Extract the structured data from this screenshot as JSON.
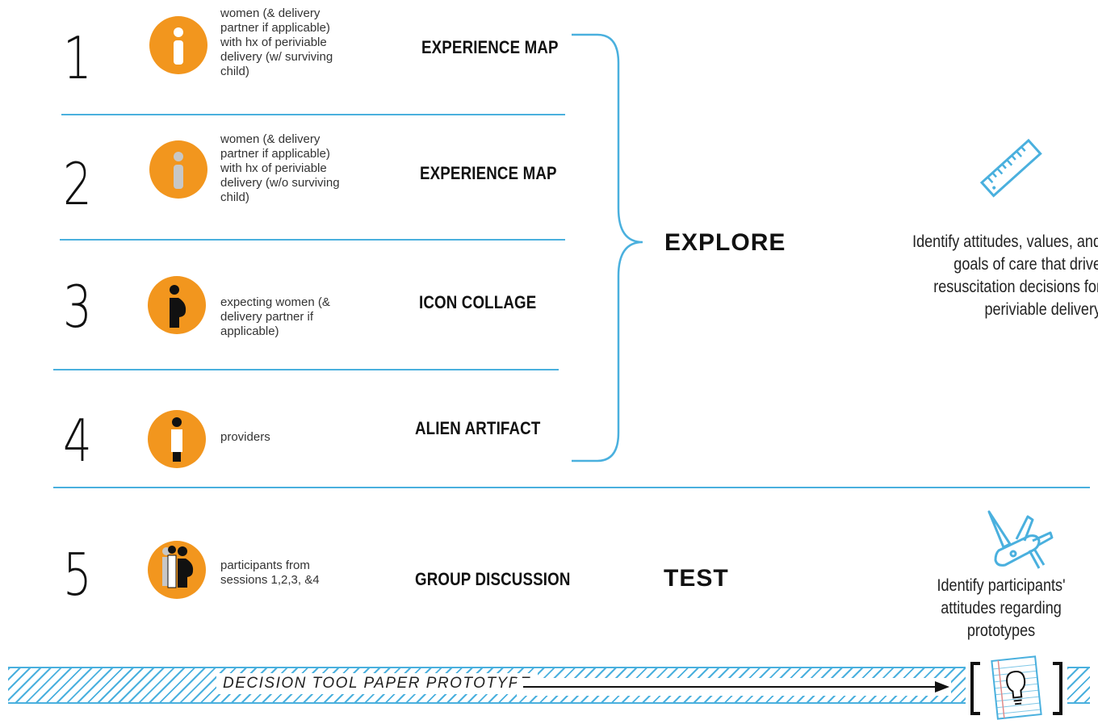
{
  "sessions": [
    {
      "number": "1",
      "description": "women (& delivery partner if applicable) with hx of periviable delivery (w/ surviving child)",
      "method": "EXPERIENCE MAP",
      "icon": "woman-icon"
    },
    {
      "number": "2",
      "description": "women (& delivery partner if applicable) with hx of periviable delivery (w/o surviving child)",
      "method": "EXPERIENCE MAP",
      "icon": "woman-grey-icon"
    },
    {
      "number": "3",
      "description": "expecting women (& delivery partner if applicable)",
      "method": "ICON COLLAGE",
      "icon": "pregnant-woman-icon"
    },
    {
      "number": "4",
      "description": "providers",
      "method": "ALIEN ARTIFACT",
      "icon": "provider-icon"
    },
    {
      "number": "5",
      "description": "participants from sessions 1,2,3, &4",
      "method": "GROUP DISCUSSION",
      "icon": "group-icon"
    }
  ],
  "stages": {
    "explore": {
      "label": "EXPLORE",
      "goal": "Identify attitudes, values, and goals of care that drive resuscitation decisions for periviable delivery",
      "icon": "ruler-icon"
    },
    "test": {
      "label": "TEST",
      "goal": "Identify participants' attitudes regarding prototypes",
      "icon": "multitool-icon"
    }
  },
  "prototype": {
    "label": "DECISION TOOL PAPER PROTOTYPE",
    "icon": "lightbulb-paper-icon"
  },
  "colors": {
    "accent": "#4ab0de",
    "icon_fill": "#f2961e",
    "text": "#222222"
  }
}
